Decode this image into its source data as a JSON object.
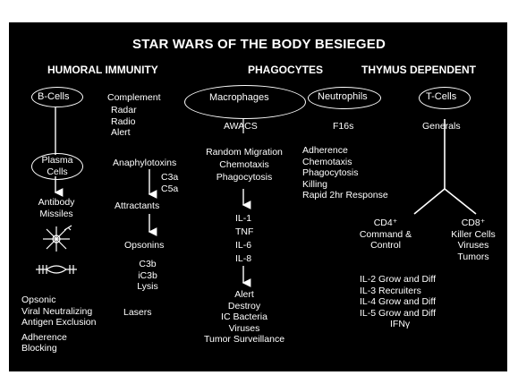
{
  "title": "STAR WARS OF THE BODY BESIEGED",
  "headers": {
    "humoral": "HUMORAL IMMUNITY",
    "phagocytes": "PHAGOCYTES",
    "thymus": "THYMUS DEPENDENT"
  },
  "bcells": {
    "label": "B-Cells",
    "plasma_line1": "Plasma",
    "plasma_line2": "Cells",
    "items": [
      "Antibody",
      "Missiles"
    ],
    "bottom": [
      "Opsonic",
      "Viral Neutralizing",
      "Antigen Exclusion",
      "Adherence",
      "Blocking"
    ]
  },
  "complement": {
    "label": "Complement",
    "items": [
      "Radar",
      "Radio",
      "Alert"
    ],
    "anaphylatoxins": "Anaphylotoxins",
    "c3a": "C3a",
    "c5a": "C5a",
    "attractants": "Attractants",
    "opsonins": "Opsonins",
    "ops_items": [
      "C3b",
      "iC3b",
      "Lysis"
    ],
    "lasers": "Lasers"
  },
  "macrophages": {
    "label": "Macrophages",
    "awacs": "AWACS",
    "functions": [
      "Random Migration",
      "Chemotaxis",
      "Phagocytosis"
    ],
    "cytokines": [
      "IL-1",
      "TNF",
      "IL-6",
      "IL-8"
    ],
    "outcomes": [
      "Alert",
      "Destroy",
      "IC Bacteria",
      "Viruses",
      "Tumor Surveillance"
    ]
  },
  "neutrophils": {
    "label": "Neutrophils",
    "f16s": "F16s",
    "functions": [
      "Adherence",
      "Chemotaxis",
      "Phagocytosis",
      "Killing",
      "Rapid 2hr Response"
    ]
  },
  "tcells": {
    "label": "T-Cells",
    "generals": "Generals",
    "cd4": [
      "CD4⁺",
      "Command &",
      "Control"
    ],
    "cd8": [
      "CD8⁺",
      "Killer Cells",
      "Viruses",
      "Tumors"
    ],
    "interleukins": [
      "IL-2 Grow and Diff",
      "IL-3 Recruiters",
      "IL-4 Grow and Diff",
      "IL-5 Grow and Diff",
      "IFNγ"
    ]
  }
}
